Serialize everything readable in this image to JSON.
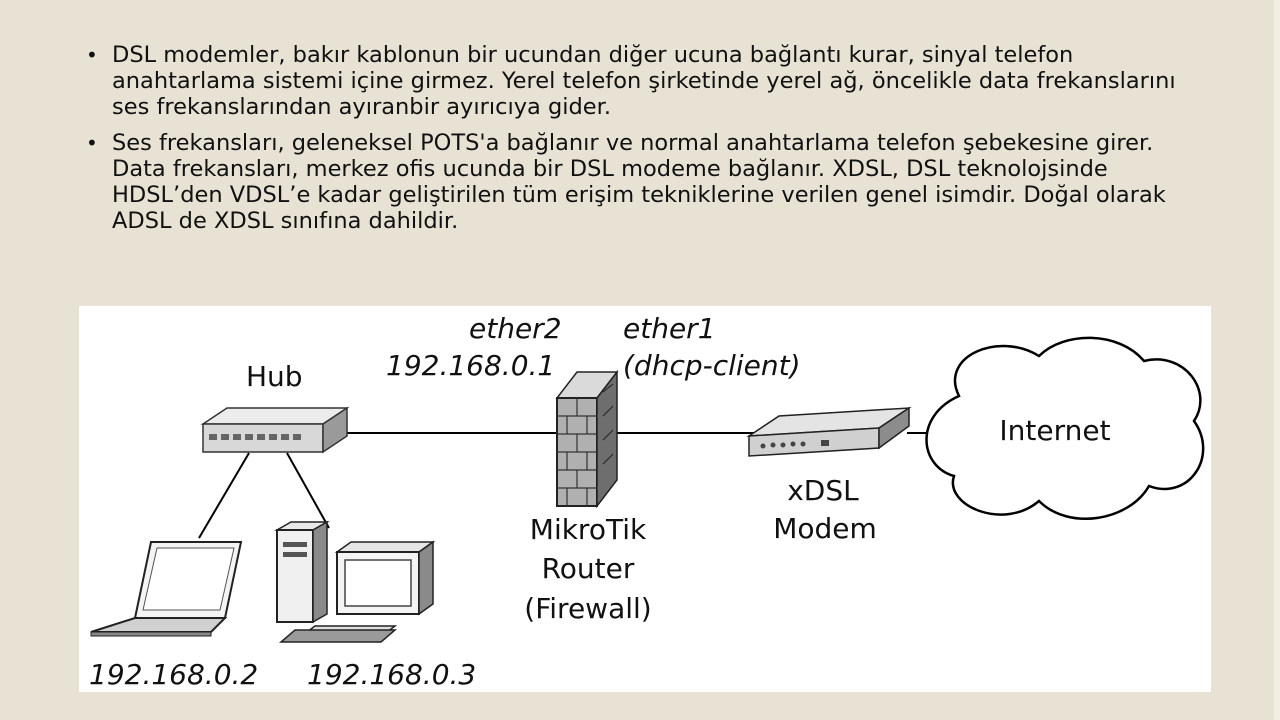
{
  "bullets": [
    "DSL modemler, bakır kablonun bir ucundan diğer ucuna bağlantı kurar, sinyal telefon anahtarlama sistemi içine girmez. Yerel telefon şirketinde yerel ağ, öncelikle data frekanslarını ses frekanslarından ayıranbir ayırıcıya gider.",
    "Ses frekansları, geleneksel POTS'a bağlanır ve normal anahtarlama telefon şebekesine girer. Data frekansları, merkez ofis ucunda bir DSL modeme bağlanır. XDSL, DSL teknolojsinde HDSL’den VDSL’e kadar geliştirilen tüm erişim tekniklerine verilen genel isimdir. Doğal olarak ADSL de XDSL sınıfına dahildir."
  ],
  "diagram": {
    "hub_label": "Hub",
    "ether2_label": "ether2",
    "ether2_ip": "192.168.0.1",
    "ether1_label": "ether1",
    "ether1_note": "(dhcp-client)",
    "router_label_1": "MikroTik",
    "router_label_2": "Router",
    "router_label_3": "(Firewall)",
    "modem_label_1": "xDSL",
    "modem_label_2": "Modem",
    "internet_label": "Internet",
    "laptop_ip": "192.168.0.2",
    "desktop_ip": "192.168.0.3"
  }
}
